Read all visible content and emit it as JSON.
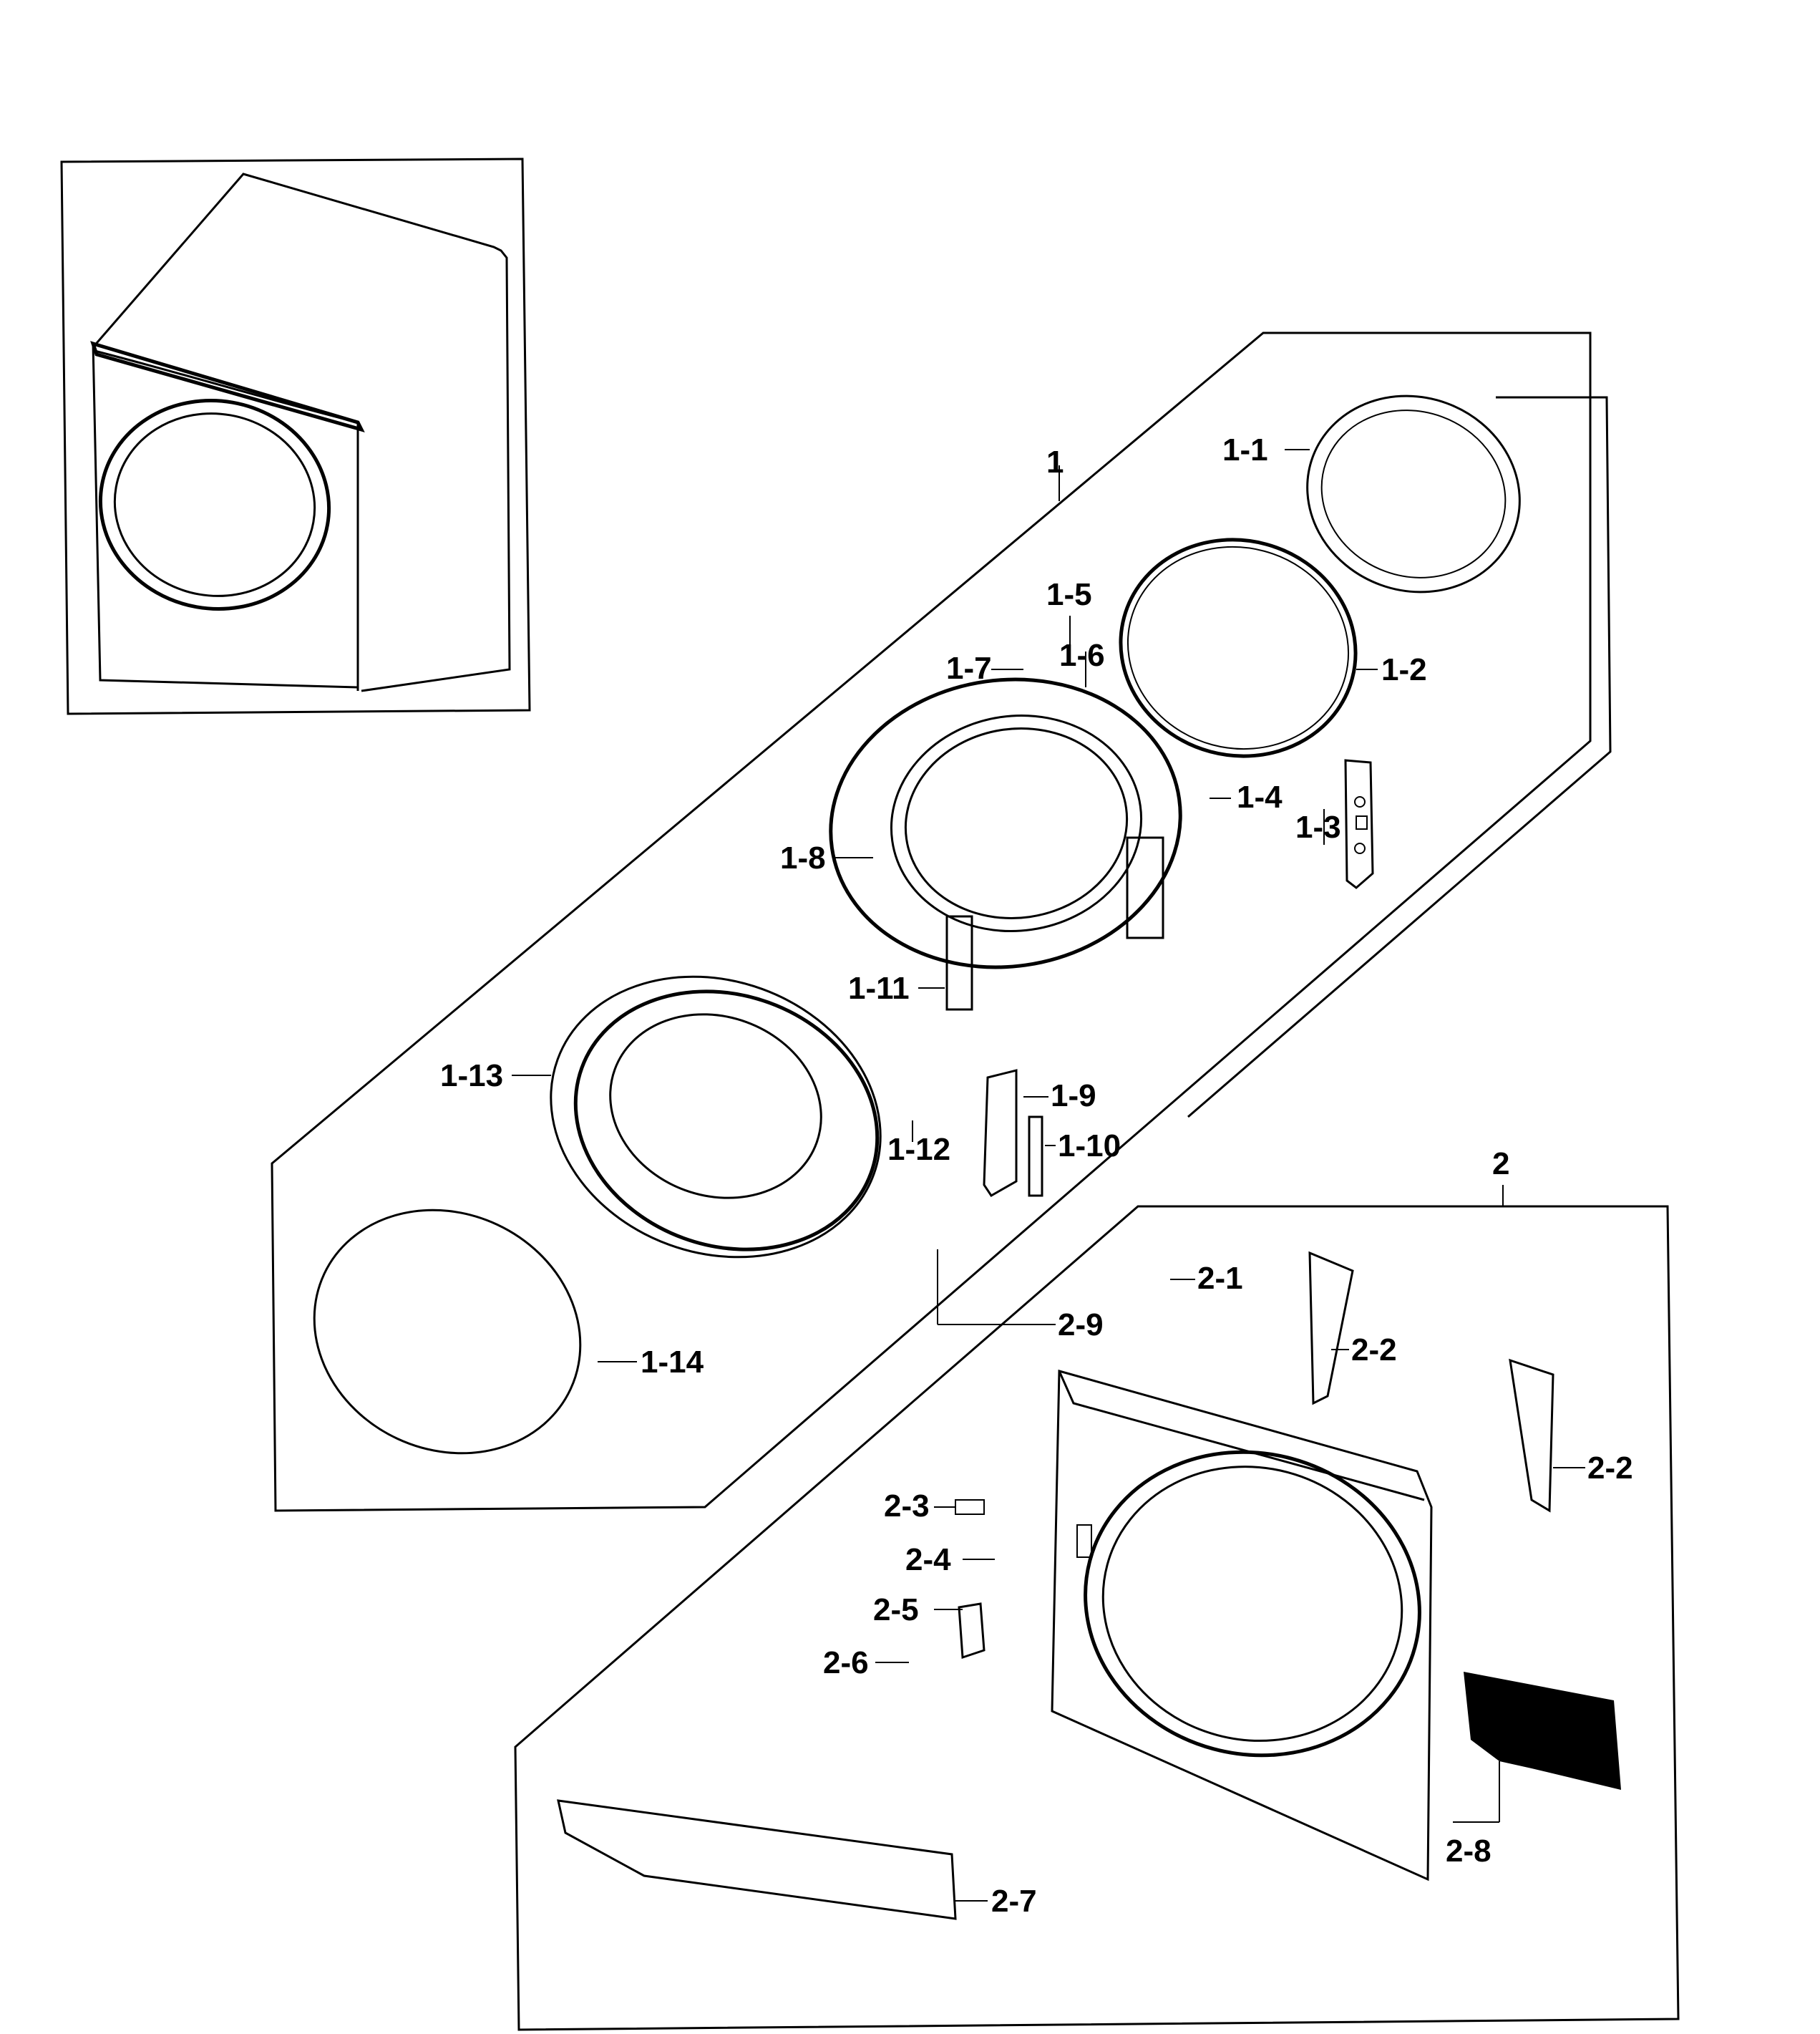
{
  "callouts": {
    "c1": "1",
    "c1_1": "1-1",
    "c1_2": "1-2",
    "c1_3": "1-3",
    "c1_4": "1-4",
    "c1_5": "1-5",
    "c1_6": "1-6",
    "c1_7": "1-7",
    "c1_8": "1-8",
    "c1_9": "1-9",
    "c1_10": "1-10",
    "c1_11": "1-11",
    "c1_12": "1-12",
    "c1_13": "1-13",
    "c1_14": "1-14",
    "c2": "2",
    "c2_1": "2-1",
    "c2_2a": "2-2",
    "c2_2b": "2-2",
    "c2_3": "2-3",
    "c2_4": "2-4",
    "c2_5": "2-5",
    "c2_6": "2-6",
    "c2_7": "2-7",
    "c2_8": "2-8",
    "c2_9": "2-9"
  },
  "colors": {
    "ink": "#000000",
    "paper": "#ffffff"
  }
}
